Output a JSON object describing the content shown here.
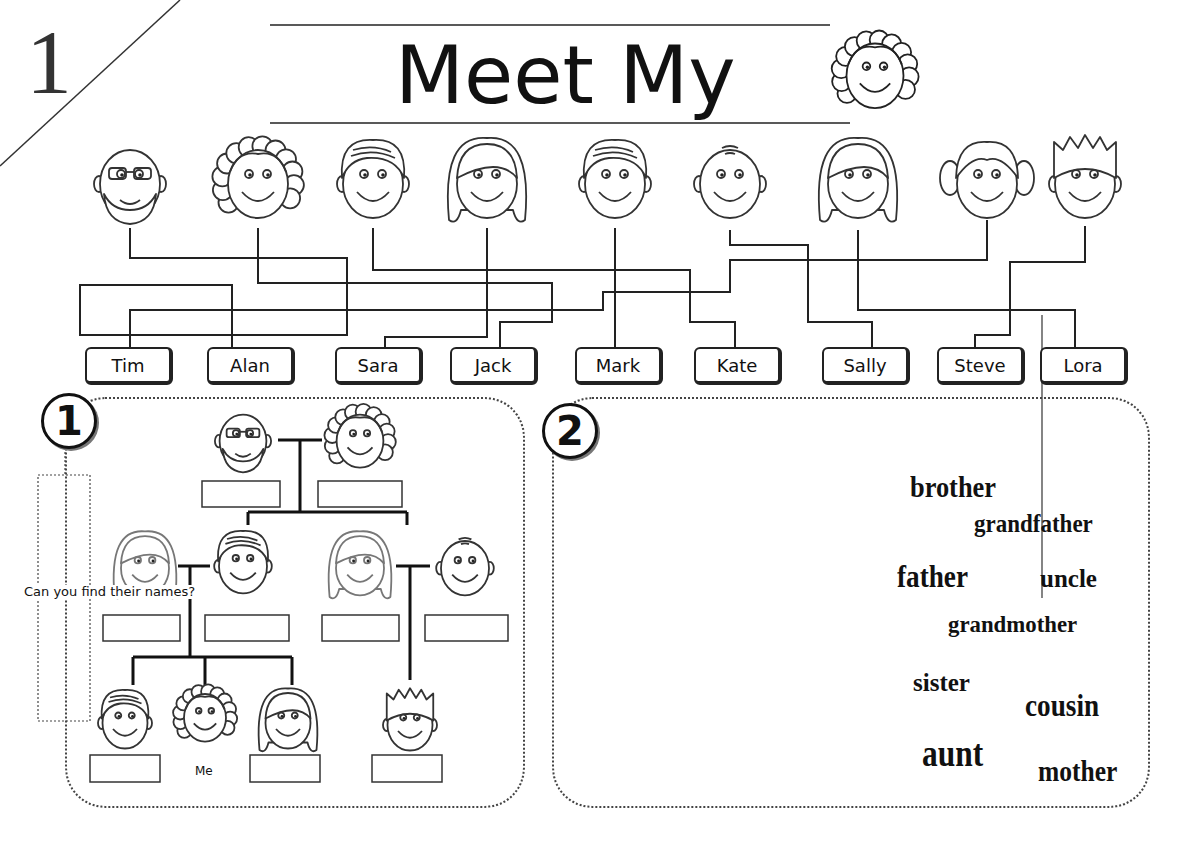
{
  "diagram": {
    "title": "Meet My",
    "nodes": [
      {
        "text": [
          "Tim"
        ]
      },
      {
        "text": [
          "Alan"
        ]
      },
      {
        "text": [
          "Sara"
        ]
      },
      {
        "text": [
          "Jack"
        ]
      },
      {
        "text": [
          "Mark"
        ]
      },
      {
        "text": [
          "Kate"
        ]
      },
      {
        "text": [
          "Sally"
        ]
      },
      {
        "text": [
          "Steve"
        ]
      },
      {
        "text": [
          "Lora"
        ]
      },
      {
        "text": [
          "1"
        ]
      },
      {
        "text": [
          "2"
        ]
      }
    ],
    "labels": [
      "1",
      "Can you find their names?",
      "Me",
      "brother",
      "grandfather",
      "father",
      "uncle",
      "grandmother",
      "sister",
      "cousin",
      "aunt",
      "mother"
    ]
  }
}
